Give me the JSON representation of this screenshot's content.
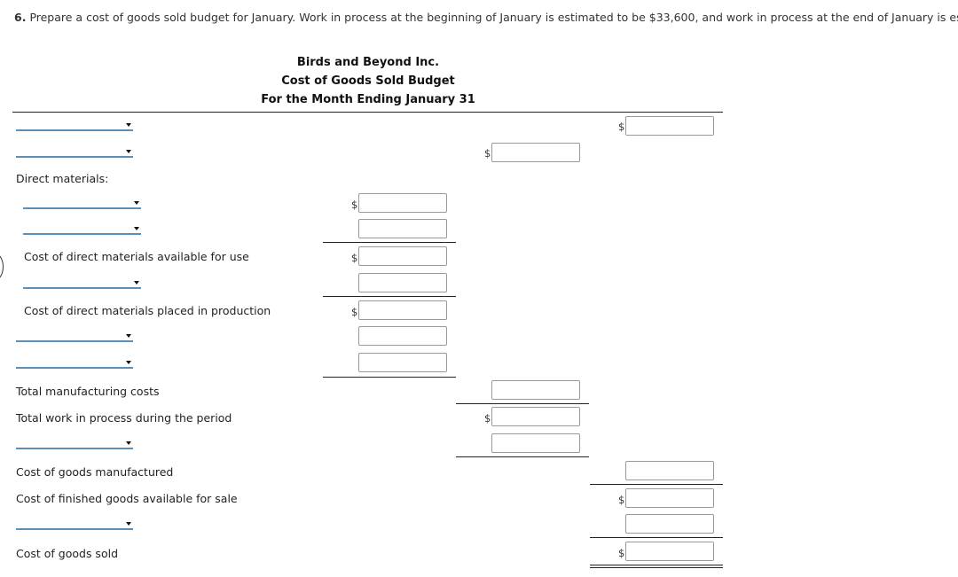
{
  "question": {
    "number": "6.",
    "text": "Prepare a cost of goods sold budget for January. Work in process at the beginning of January is estimated to be $33,600, and work in process at the end of January is estim"
  },
  "header": {
    "company": "Birds and Beyond Inc.",
    "title": "Cost of Goods Sold Budget",
    "period": "For the Month Ending January 31"
  },
  "labels": {
    "direct_materials": "Direct materials:",
    "materials_available": "Cost of direct materials available for use",
    "materials_placed": "Cost of direct materials placed in production",
    "total_manufacturing": "Total manufacturing costs",
    "total_wip": "Total work in process during the period",
    "goods_manufactured": "Cost of goods manufactured",
    "finished_available": "Cost of finished goods available for sale",
    "cogs": "Cost of goods sold"
  },
  "currency_symbol": "$"
}
